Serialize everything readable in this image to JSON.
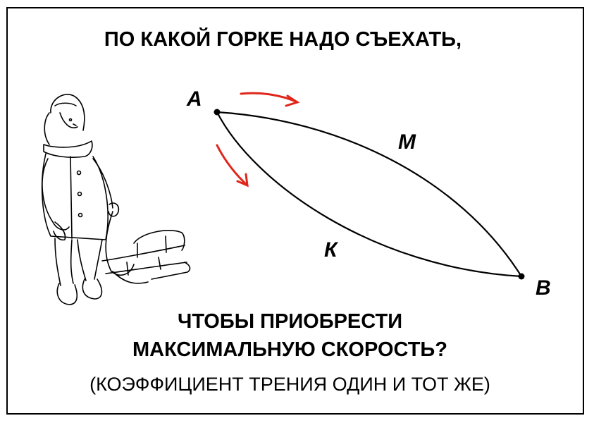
{
  "title": "ПО КАКОЙ ГОРКЕ НАДО СЪЕХАТЬ,",
  "question_line1": "ЧТОБЫ ПРИОБРЕСТИ",
  "question_line2": "МАКСИМАЛЬНУЮ СКОРОСТЬ?",
  "note": "(КОЭФФИЦИЕНТ ТРЕНИЯ  ОДИН И ТОТ ЖЕ)",
  "points": {
    "start": "А",
    "end": "В"
  },
  "paths": {
    "upper": "М",
    "lower": "К"
  },
  "colors": {
    "arrow": "#e0261b",
    "ink": "#000000"
  },
  "illustration": "child-with-sled"
}
